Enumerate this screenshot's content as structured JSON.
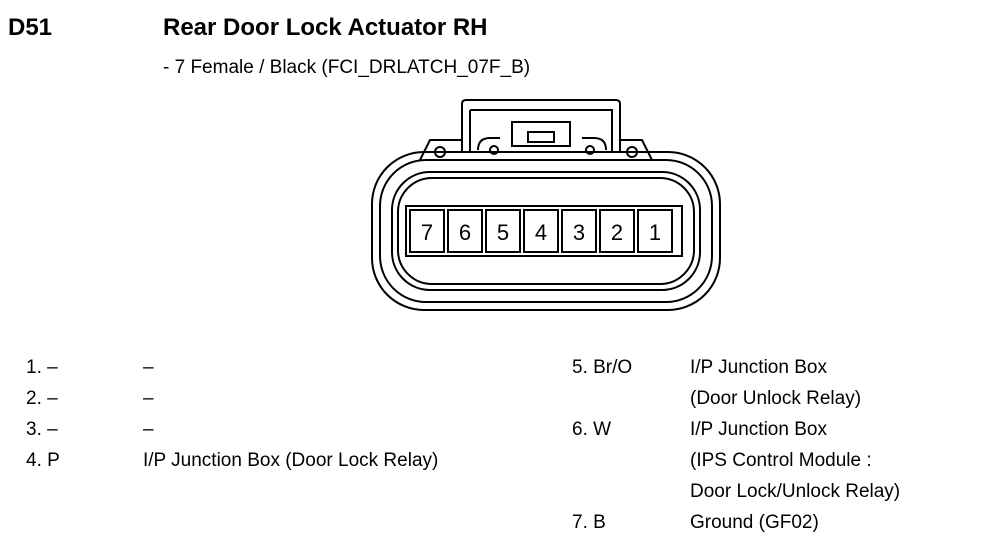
{
  "header": {
    "code": "D51",
    "title": "Rear Door Lock Actuator RH",
    "subtitle": "- 7 Female / Black (FCI_DRLATCH_07F_B)"
  },
  "connector": {
    "pin_numbers": [
      "7",
      "6",
      "5",
      "4",
      "3",
      "2",
      "1"
    ]
  },
  "pins_left": [
    {
      "num": "1. –",
      "desc": "–"
    },
    {
      "num": "2. –",
      "desc": "–"
    },
    {
      "num": "3. –",
      "desc": "–"
    },
    {
      "num": "4. P",
      "desc": "I/P Junction Box (Door Lock Relay)"
    }
  ],
  "pins_right": [
    {
      "num": "5. Br/O",
      "desc": [
        "I/P Junction Box",
        "(Door Unlock Relay)"
      ]
    },
    {
      "num": "6. W",
      "desc": [
        "I/P Junction Box",
        "(IPS Control Module :",
        "Door Lock/Unlock Relay)"
      ]
    },
    {
      "num": "7. B",
      "desc": [
        "Ground (GF02)"
      ]
    }
  ]
}
